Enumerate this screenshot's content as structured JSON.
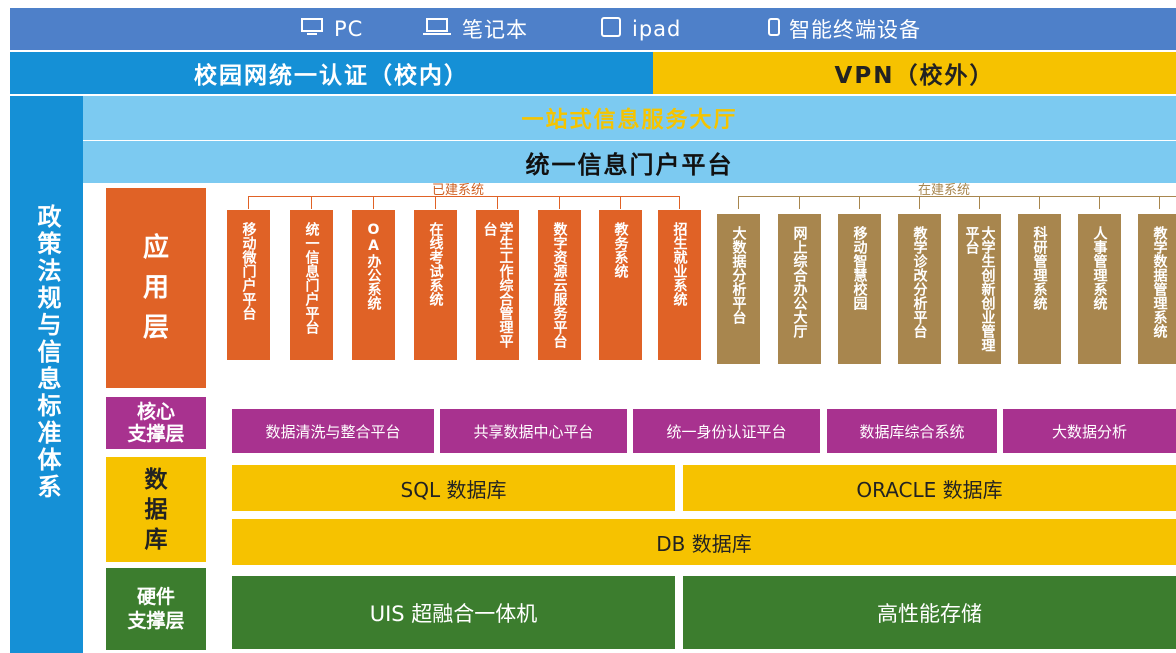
{
  "devices": [
    {
      "icon": "monitor-icon",
      "label": "PC"
    },
    {
      "icon": "laptop-icon",
      "label": "笔记本"
    },
    {
      "icon": "tablet-icon",
      "label": "ipad"
    },
    {
      "icon": "phone-icon",
      "label": "智能终端设备"
    }
  ],
  "auth": {
    "campus": "校园网统一认证（校内）",
    "vpn": "VPN（校外）"
  },
  "policy": "政策法规与信息标准体系",
  "hall": "一站式信息服务大厅",
  "portal": "统一信息门户平台",
  "layers": {
    "app": [
      "应",
      "用",
      "层"
    ],
    "core": [
      "核心",
      "支撑层"
    ],
    "db": [
      "数",
      "据",
      "库"
    ],
    "hardware": [
      "硬件",
      "支撑层"
    ]
  },
  "systems": {
    "built_label": "已建系统",
    "building_label": "在建系统",
    "built": [
      "移动微门户平台",
      "统一信息门户平台",
      "OA办公系统",
      "在线考试系统",
      "学生工作综合管理平台",
      "数字资源云服务平台",
      "教务系统",
      "招生就业系统"
    ],
    "building": [
      "大数据分析平台",
      "网上综合办公大厅",
      "移动智慧校园",
      "教学诊改分析平台",
      "大学生创新创业管理平台",
      "科研管理系统",
      "人事管理系统",
      "教学数据管理系统"
    ]
  },
  "core": [
    "数据清洗与整合平台",
    "共享数据中心平台",
    "统一身份认证平台",
    "数据库综合系统",
    "大数据分析"
  ],
  "databases": {
    "sql": "SQL 数据库",
    "oracle": "ORACLE 数据库",
    "db": "DB 数据库"
  },
  "hardware": {
    "uis": "UIS 超融合一体机",
    "storage": "高性能存储"
  },
  "colors": {
    "blue": "#1590d6",
    "light_blue": "#7ccaf1",
    "orange": "#e06226",
    "gold": "#a8864e",
    "purple": "#a8328f",
    "yellow": "#f6c200",
    "green": "#3c7d2e"
  }
}
